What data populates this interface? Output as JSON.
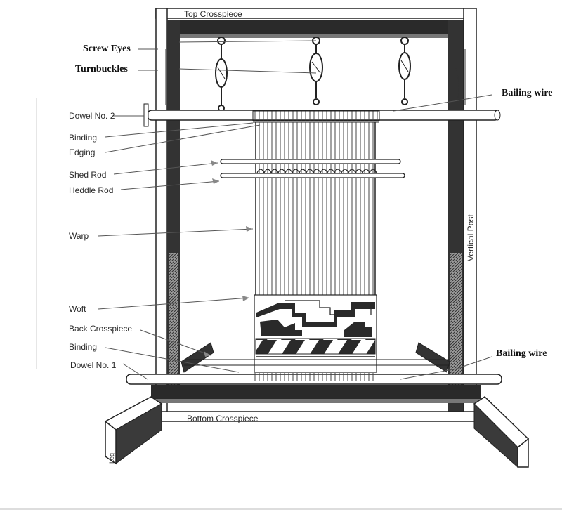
{
  "labels": {
    "top_crosspiece": "Top Crosspiece",
    "screw_eyes": "Screw Eyes",
    "turnbuckles": "Turnbuckles",
    "bailing_wire_top": "Bailing wire",
    "dowel_no_2": "Dowel No. 2",
    "binding_top": "Binding",
    "edging": "Edging",
    "shed_rod": "Shed Rod",
    "heddle_rod": "Heddle Rod",
    "warp": "Warp",
    "vertical_post": "Vertical Post",
    "weft": "Woft",
    "back_crosspiece": "Back Crosspiece",
    "binding_bottom": "Binding",
    "bailing_wire_bottom": "Bailing wire",
    "dowel_no_1": "Dowel No. 1",
    "bottom_crosspiece": "Bottom Crosspiece",
    "leg": "Leg"
  },
  "colors": {
    "ink": "#1e1e1e",
    "wood_dark": "#3a3a3a",
    "wood_light": "#7a7a7a",
    "paper": "#ffffff"
  }
}
